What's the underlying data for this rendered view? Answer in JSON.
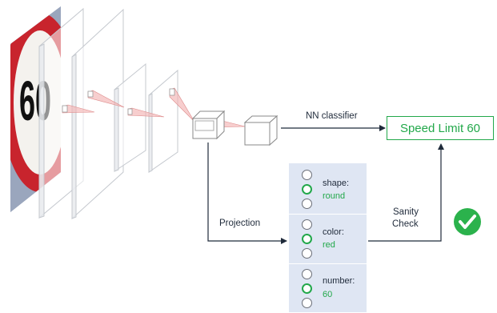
{
  "labels": {
    "nn_classifier": "NN classifier",
    "projection": "Projection",
    "sanity_line1": "Sanity",
    "sanity_line2": "Check"
  },
  "result": "Speed Limit 60",
  "input_sign": {
    "value": "60"
  },
  "attributes": [
    {
      "key": "shape:",
      "value": "round",
      "options": 3,
      "selected": 1
    },
    {
      "key": "color:",
      "value": "red",
      "options": 3,
      "selected": 1
    },
    {
      "key": "number:",
      "value": "60",
      "options": 3,
      "selected": 1
    }
  ],
  "colors": {
    "accent_green": "#22a84a",
    "panel_bg": "#dfe6f3",
    "arrow": "#1f2a3a",
    "sign_red": "#c8242d"
  },
  "icons": [
    "check-circle-icon"
  ]
}
